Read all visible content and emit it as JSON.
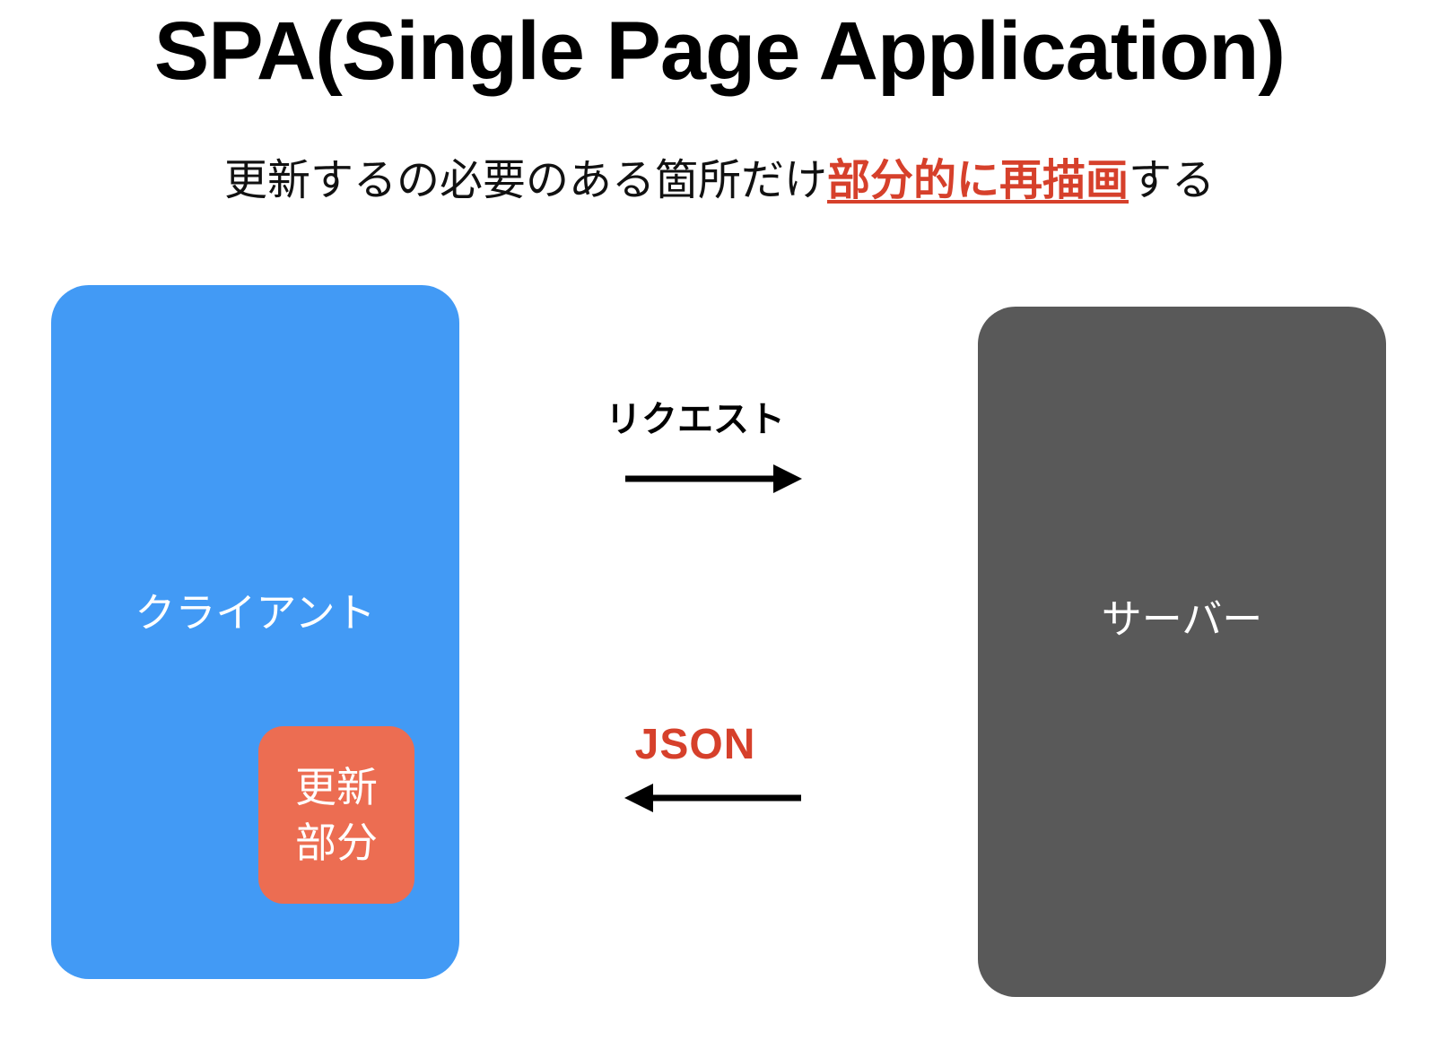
{
  "page": {
    "title": "SPA(Single Page Application)",
    "background_color": "#FFFFFF"
  },
  "subtitle": {
    "before": "更新するの必要のある箇所だけ",
    "highlight": "部分的に再描画",
    "after": "する",
    "highlight_color": "#D6402B",
    "highlight_underlined": true
  },
  "diagram": {
    "client": {
      "label": "クライアント",
      "fill_color": "#429AF5",
      "text_color": "#FFFFFF",
      "update_region": {
        "line1": "更新",
        "line2": "部分",
        "fill_color": "#EC6D52",
        "text_color": "#FFFFFF"
      }
    },
    "server": {
      "label": "サーバー",
      "fill_color": "#595959",
      "text_color": "#FFFFFF"
    },
    "flows": [
      {
        "label": "リクエスト",
        "direction": "right",
        "from": "client",
        "to": "server",
        "color": "#000000",
        "arrow_color": "#000000"
      },
      {
        "label": "JSON",
        "direction": "left",
        "from": "server",
        "to": "client",
        "color": "#D6402B",
        "arrow_color": "#000000"
      }
    ]
  }
}
